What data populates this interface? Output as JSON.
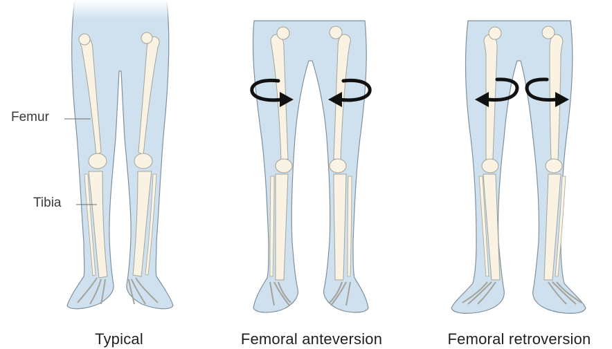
{
  "anatomy_labels": {
    "femur": "Femur",
    "tibia": "Tibia"
  },
  "panels": [
    {
      "caption": "Typical",
      "rotation": "none"
    },
    {
      "caption": "Femoral anteversion",
      "rotation": "inward"
    },
    {
      "caption": "Femoral retroversion",
      "rotation": "outward"
    }
  ],
  "colors": {
    "skin": "#cfe1ef",
    "skin_outline": "#7f8f9c",
    "bone": "#faf2e2",
    "bone_outline": "#a3a39a",
    "arrow": "#111111",
    "text": "#1f1f1f"
  }
}
